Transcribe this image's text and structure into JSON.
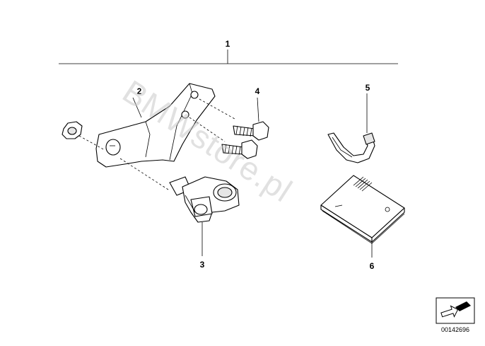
{
  "labels": {
    "assembly": "1",
    "bracket": "2",
    "socket": "3",
    "bolt": "4",
    "clamp": "5",
    "manual": "6"
  },
  "watermark": "BMWstore.pl",
  "reference_number": "00142696"
}
